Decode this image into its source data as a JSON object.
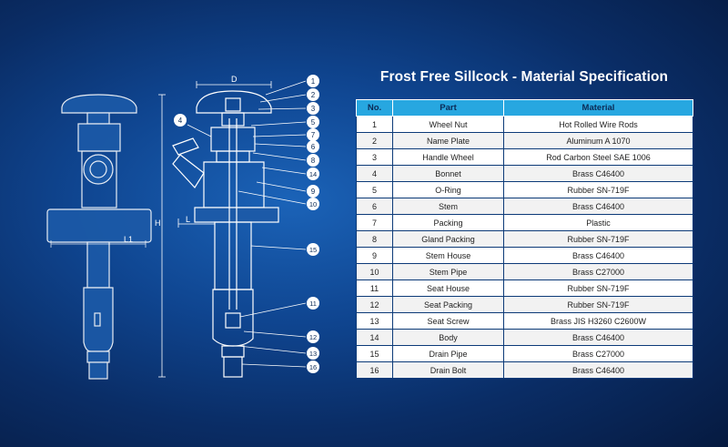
{
  "title": "Frost Free Sillcock - Material Specification",
  "table": {
    "headers": {
      "no": "No.",
      "part": "Part",
      "material": "Material"
    },
    "rows": [
      {
        "no": "1",
        "part": "Wheel Nut",
        "material": "Hot Rolled Wire Rods"
      },
      {
        "no": "2",
        "part": "Name Plate",
        "material": "Aluminum A 1070"
      },
      {
        "no": "3",
        "part": "Handle Wheel",
        "material": "Rod Carbon Steel SAE 1006"
      },
      {
        "no": "4",
        "part": "Bonnet",
        "material": "Brass C46400"
      },
      {
        "no": "5",
        "part": "O-Ring",
        "material": "Rubber SN-719F"
      },
      {
        "no": "6",
        "part": "Stem",
        "material": "Brass C46400"
      },
      {
        "no": "7",
        "part": "Packing",
        "material": "Plastic"
      },
      {
        "no": "8",
        "part": "Gland Packing",
        "material": "Rubber SN-719F"
      },
      {
        "no": "9",
        "part": "Stem House",
        "material": "Brass C46400"
      },
      {
        "no": "10",
        "part": "Stem Pipe",
        "material": "Brass C27000"
      },
      {
        "no": "11",
        "part": "Seat House",
        "material": "Rubber SN-719F"
      },
      {
        "no": "12",
        "part": "Seat Packing",
        "material": "Rubber SN-719F"
      },
      {
        "no": "13",
        "part": "Seat Screw",
        "material": "Brass JIS H3260 C2600W"
      },
      {
        "no": "14",
        "part": "Body",
        "material": "Brass C46400"
      },
      {
        "no": "15",
        "part": "Drain Pipe",
        "material": "Brass C27000"
      },
      {
        "no": "16",
        "part": "Drain Bolt",
        "material": "Brass C46400"
      }
    ]
  },
  "diagram": {
    "dimension_labels": {
      "d": "D",
      "h": "H",
      "l": "L",
      "l1": "L1"
    },
    "callouts": [
      "1",
      "2",
      "3",
      "5",
      "7",
      "6",
      "8",
      "14",
      "9",
      "10",
      "15",
      "11",
      "12",
      "13",
      "16"
    ],
    "body_callout": "4"
  },
  "colors": {
    "header_bg": "#27a7e0",
    "line": "#ffffff",
    "background": "#0f4590"
  }
}
